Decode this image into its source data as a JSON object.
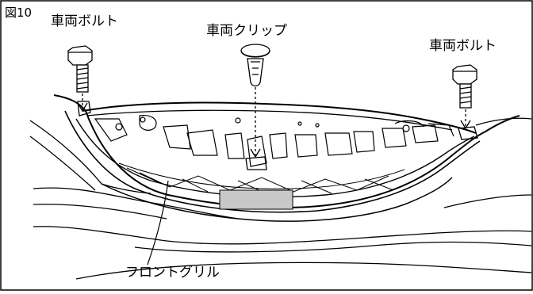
{
  "figure": {
    "number": "図10",
    "labels": {
      "bolt_left": "車両ボルト",
      "clip": "車両クリップ",
      "bolt_right": "車両ボルト",
      "grille": "フロントグリル"
    }
  },
  "colors": {
    "line": "#000000",
    "background": "#ffffff",
    "shaded_part": "#c8c8c8"
  }
}
